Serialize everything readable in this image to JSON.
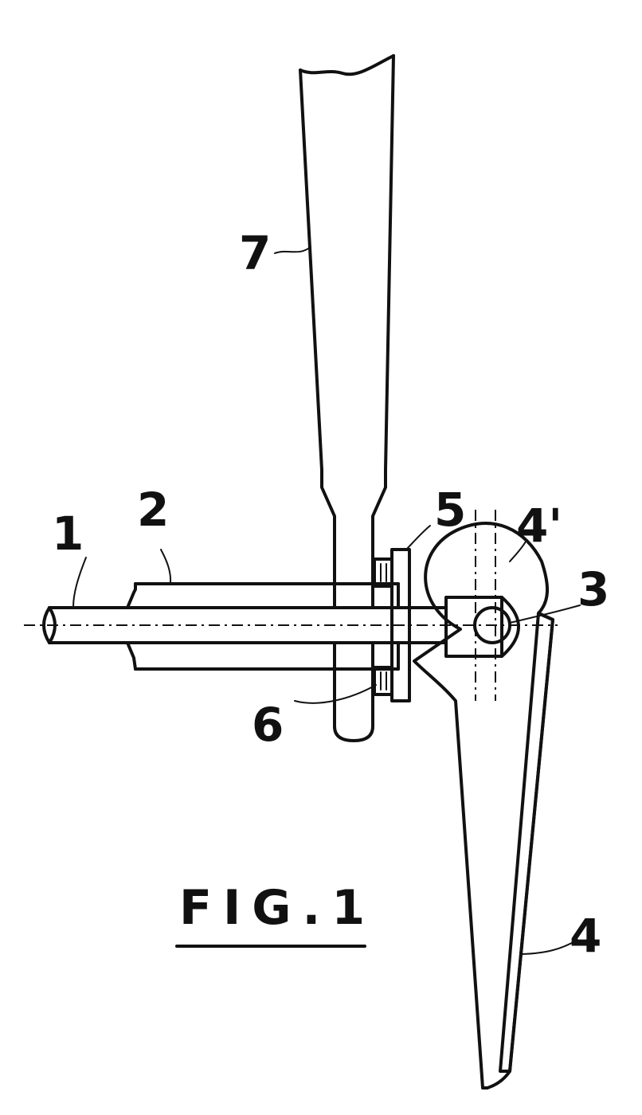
{
  "figure": {
    "caption": "FIG.1",
    "labels": {
      "l1": "1",
      "l2": "2",
      "l3": "3",
      "l4": "4",
      "l4p": "4'",
      "l5": "5",
      "l6": "6",
      "l7": "7"
    }
  },
  "colors": {
    "ink": "#111111",
    "paper": "#ffffff"
  }
}
